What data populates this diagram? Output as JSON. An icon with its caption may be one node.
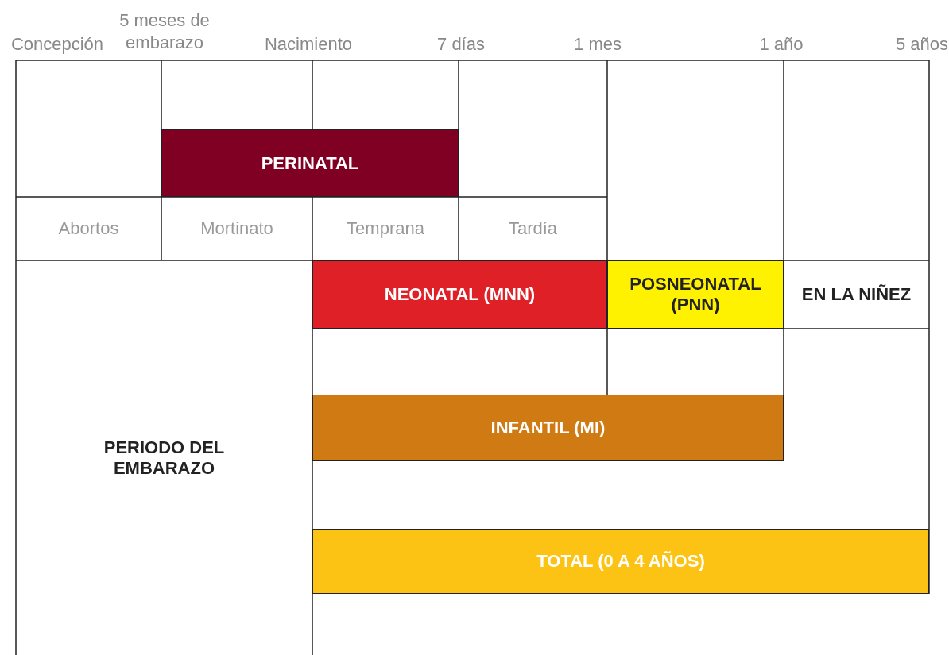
{
  "diagram": {
    "nodes": [
      {
        "text": [
          "PERINATAL"
        ]
      },
      {
        "text": [
          "Abortos"
        ]
      },
      {
        "text": [
          "Mortinato"
        ]
      },
      {
        "text": [
          "Temprana"
        ]
      },
      {
        "text": [
          "Tardía"
        ]
      },
      {
        "text": [
          "PERIODO DEL EMBARAZO"
        ]
      },
      {
        "text": [
          "NEONATAL (MNN)"
        ]
      },
      {
        "text": [
          "POSNEONATAL (PNN)"
        ]
      },
      {
        "text": [
          "EN LA NIÑEZ"
        ]
      },
      {
        "text": [
          "INFANTIL (MI)"
        ]
      },
      {
        "text": [
          "TOTAL (0 A 4 AÑOS)"
        ]
      }
    ],
    "labels": [
      "Concepción",
      "5 meses de embarazo",
      "Nacimiento",
      "7 días",
      "1 mes",
      "1 año",
      "5 años"
    ]
  }
}
